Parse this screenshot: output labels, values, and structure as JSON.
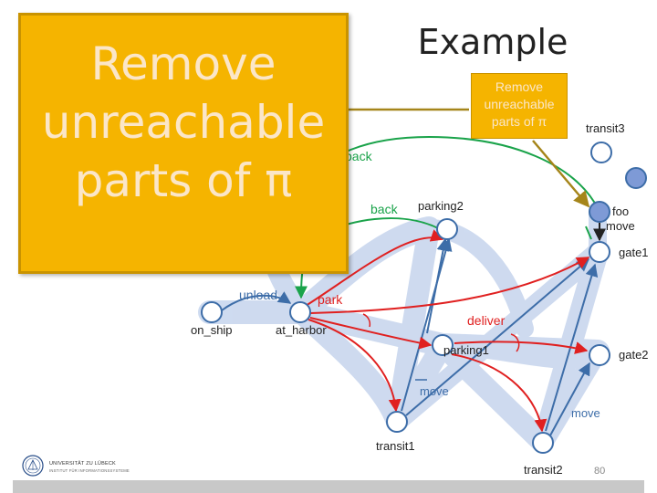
{
  "title": "Example",
  "callout_large": {
    "line1": "Remove",
    "line2": "unreachable",
    "line3": "parts of π"
  },
  "callout_small": {
    "line1": "Remove",
    "line2": "unreachable",
    "line3": "parts of π"
  },
  "nodes": {
    "transit3": "transit3",
    "parking2": "parking2",
    "foo": "foo",
    "gate1": "gate1",
    "on_ship": "on_ship",
    "at_harbor": "at_harbor",
    "parking1": "parking1",
    "gate2": "gate2",
    "transit1": "transit1",
    "transit2": "transit2"
  },
  "edge_labels": {
    "back_upper": "back",
    "back_lower": "back",
    "move_foo": "move",
    "unload": "unload",
    "park": "park",
    "deliver": "deliver",
    "move_mid": "move",
    "move_lower": "move"
  },
  "footer": {
    "university": "UNIVERSITÄT ZU LÜBECK",
    "institute": "INSTITUT FÜR INFORMATIONSSYSTEME",
    "page_number": "80"
  },
  "colors": {
    "callout": "#f5b400",
    "callout_text": "#fbe6c8",
    "node_fill": "#ffffff",
    "node_stroke": "#3d6da8",
    "node_fill_solid": "#7e9ad6",
    "edge_red": "#e02020",
    "edge_green": "#1aa34a",
    "edge_blue": "#3d6da8",
    "halo": "#c9d7ee",
    "arrow_olive": "#a5851a"
  }
}
